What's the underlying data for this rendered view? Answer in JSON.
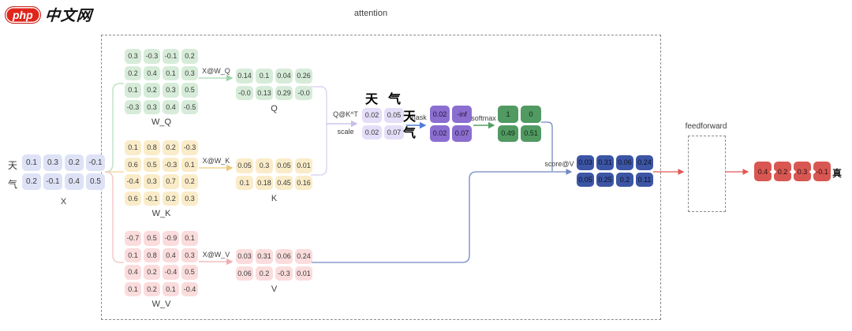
{
  "logo": {
    "badge": "php",
    "text": "中文网"
  },
  "title": "attention",
  "x": {
    "label": "X",
    "row_labels": [
      "天",
      "气"
    ],
    "values": [
      [
        "0.1",
        "0.3",
        "0.2",
        "-0.1"
      ],
      [
        "0.2",
        "-0.1",
        "0.4",
        "0.5"
      ]
    ]
  },
  "w_q": {
    "label": "W_Q",
    "values": [
      [
        "0.3",
        "-0.3",
        "-0.1",
        "0.2"
      ],
      [
        "0.2",
        "0.4",
        "0.1",
        "0.3"
      ],
      [
        "0.1",
        "0.2",
        "0.3",
        "0.5"
      ],
      [
        "-0.3",
        "0.3",
        "0.4",
        "-0.5"
      ]
    ]
  },
  "q": {
    "label": "Q",
    "values": [
      [
        "0.14",
        "0.1",
        "0.04",
        "0.26"
      ],
      [
        "-0.0",
        "0.13",
        "0.29",
        "-0.0"
      ]
    ]
  },
  "w_k": {
    "label": "W_K",
    "values": [
      [
        "0.1",
        "0.8",
        "0.2",
        "-0.3"
      ],
      [
        "0.6",
        "0.5",
        "-0.3",
        "0.1"
      ],
      [
        "-0.4",
        "0.3",
        "0.7",
        "0.2"
      ],
      [
        "0.6",
        "-0.1",
        "0.2",
        "0.3"
      ]
    ]
  },
  "k": {
    "label": "K",
    "values": [
      [
        "0.05",
        "0.3",
        "0.05",
        "0.01"
      ],
      [
        "0.1",
        "0.18",
        "0.45",
        "0.16"
      ]
    ]
  },
  "w_v": {
    "label": "W_V",
    "values": [
      [
        "-0.7",
        "0.5",
        "-0.9",
        "0.1"
      ],
      [
        "0.1",
        "0.8",
        "0.4",
        "0.3"
      ],
      [
        "0.4",
        "0.2",
        "-0.4",
        "0.5"
      ],
      [
        "0.1",
        "0.2",
        "0.1",
        "-0.4"
      ]
    ]
  },
  "v": {
    "label": "V",
    "values": [
      [
        "0.03",
        "0.31",
        "0.06",
        "0.24"
      ],
      [
        "0.06",
        "0.2",
        "-0.3",
        "0.01"
      ]
    ]
  },
  "scale_result": {
    "col_headers": [
      "天",
      "气"
    ],
    "row_labels": [
      "天",
      "气"
    ],
    "values": [
      [
        "0.02",
        "0.05"
      ],
      [
        "0.02",
        "0.07"
      ]
    ]
  },
  "mask_result": {
    "values": [
      [
        "0.02",
        "-inf"
      ],
      [
        "0.02",
        "0.07"
      ]
    ]
  },
  "softmax_result": {
    "values": [
      [
        "1",
        "0"
      ],
      [
        "0.49",
        "0.51"
      ]
    ]
  },
  "attention_out": {
    "values": [
      [
        "0.03",
        "0.31",
        "0.06",
        "0.24"
      ],
      [
        "0.05",
        "0.25",
        "0.2",
        "0.11"
      ]
    ]
  },
  "final_out": {
    "label": "真",
    "values": [
      [
        "0.4",
        "0.2",
        "0.3",
        "-0.1"
      ]
    ]
  },
  "arrows": {
    "x_wq": "X@W_Q",
    "x_wk": "X@W_K",
    "x_wv": "X@W_V",
    "qkt": "Q@K^T",
    "scale": "scale",
    "mask": "mask",
    "softmax": "softmax",
    "score_v": "score@V",
    "feedforward": "feedforward"
  },
  "colors": {
    "x": "#dee2f6",
    "q_green": "#d6ecd9",
    "k_yellow": "#faecc8",
    "v_pink": "#fbdcdc",
    "scale_lilac": "#e5def8",
    "mask_purple": "#8b6ed0",
    "softmax_green": "#519a62",
    "attn_blue": "#3c55a5",
    "out_red": "#d95752",
    "logo_red": "#e1251b"
  }
}
